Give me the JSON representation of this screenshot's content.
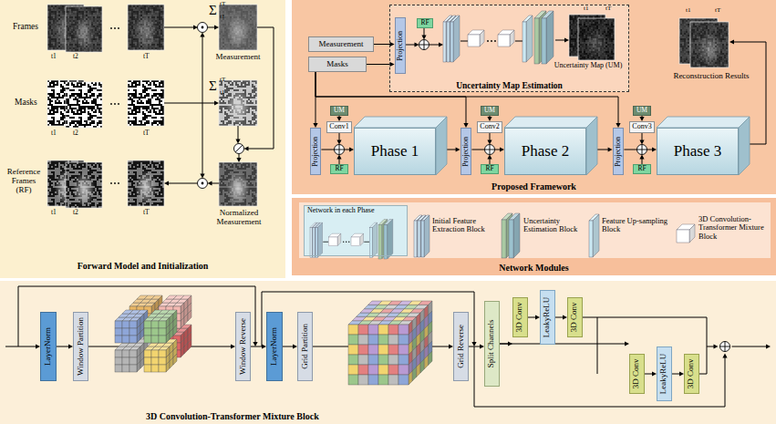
{
  "diagram": {
    "nodes": [
      {
        "text": [
          "Forward Model and Initialization"
        ]
      },
      {
        "text": [
          "Proposed Framework"
        ]
      },
      {
        "text": [
          "Measurement"
        ],
        "in": 1
      },
      {
        "text": [
          "Masks"
        ],
        "in": 1
      },
      {
        "text": [
          "Uncertainty Map Estimation"
        ],
        "in": 1
      },
      {
        "text": [
          "Projection"
        ],
        "in": 4
      },
      {
        "text": [
          "RF"
        ],
        "in": 4
      },
      {
        "text": [
          "Projection"
        ],
        "in": 1
      },
      {
        "text": [
          "UM"
        ],
        "in": 1
      },
      {
        "text": [
          "Conv1"
        ],
        "in": 1
      },
      {
        "text": [
          "RF"
        ],
        "in": 1
      },
      {
        "text": [
          "Phase 1"
        ],
        "in": 1
      },
      {
        "text": [
          "Projection"
        ],
        "in": 1
      },
      {
        "text": [
          "UM"
        ],
        "in": 1
      },
      {
        "text": [
          "Conv2"
        ],
        "in": 1
      },
      {
        "text": [
          "RF"
        ],
        "in": 1
      },
      {
        "text": [
          "Phase 2"
        ],
        "in": 1
      },
      {
        "text": [
          "Projection"
        ],
        "in": 1
      },
      {
        "text": [
          "UM"
        ],
        "in": 1
      },
      {
        "text": [
          "Conv3"
        ],
        "in": 1
      },
      {
        "text": [
          "RF"
        ],
        "in": 1
      },
      {
        "text": [
          "Phase 3"
        ],
        "in": 1
      },
      {
        "text": [
          "Network Modules"
        ]
      },
      {
        "text": [
          "Network in each Phase"
        ],
        "in": 22
      },
      {
        "text": [
          "3D Convolution-Transformer Mixture Block"
        ]
      },
      {
        "text": [
          "LayerNorm"
        ],
        "in": 24
      },
      {
        "text": [
          "Window Partition"
        ],
        "in": 24
      },
      {
        "text": [
          "Window Reverse"
        ],
        "in": 24
      },
      {
        "text": [
          "LayerNorm"
        ],
        "in": 24
      },
      {
        "text": [
          "Grid Partition"
        ],
        "in": 24
      },
      {
        "text": [
          "Grid Reverse"
        ],
        "in": 24
      },
      {
        "text": [
          "Split Channels"
        ],
        "in": 24
      },
      {
        "text": [
          "3D Conv"
        ],
        "in": 24
      },
      {
        "text": [
          "LeakyReLU"
        ],
        "in": 24
      },
      {
        "text": [
          "3D Conv"
        ],
        "in": 24
      },
      {
        "text": [
          "3D Conv"
        ],
        "in": 24
      },
      {
        "text": [
          "LeakyReLU"
        ],
        "in": 24
      },
      {
        "text": [
          "3D Conv"
        ],
        "in": 24
      }
    ],
    "edges": [
      {
        "from": 2,
        "to": 5,
        "arrow": "to"
      },
      {
        "from": 3,
        "to": 5,
        "arrow": "to"
      },
      {
        "from": 3,
        "to": 7,
        "arrow": "to"
      },
      {
        "from": 3,
        "to": 12,
        "arrow": "to"
      },
      {
        "from": 3,
        "to": 17,
        "arrow": "to"
      },
      {
        "from": 8,
        "to": 9,
        "arrow": "to"
      },
      {
        "from": 13,
        "to": 14,
        "arrow": "to"
      },
      {
        "from": 18,
        "to": 19,
        "arrow": "to"
      },
      {
        "from": 7,
        "to": 11,
        "arrow": "to"
      },
      {
        "from": 11,
        "to": 12,
        "arrow": "to"
      },
      {
        "from": 12,
        "to": 16,
        "arrow": "to"
      },
      {
        "from": 16,
        "to": 17,
        "arrow": "to"
      },
      {
        "from": 17,
        "to": 21,
        "arrow": "to"
      },
      {
        "from": 25,
        "to": 26,
        "arrow": "to"
      },
      {
        "from": 26,
        "to": 27,
        "arrow": "to"
      },
      {
        "from": 27,
        "to": 28,
        "arrow": "to"
      },
      {
        "from": 28,
        "to": 29,
        "arrow": "to"
      },
      {
        "from": 29,
        "to": 30,
        "arrow": "to"
      },
      {
        "from": 30,
        "to": 31,
        "arrow": "to"
      },
      {
        "from": 31,
        "to": 32,
        "arrow": "to"
      },
      {
        "from": 32,
        "to": 33,
        "arrow": "to"
      },
      {
        "from": 33,
        "to": 34,
        "arrow": "to"
      },
      {
        "from": 31,
        "to": 35,
        "arrow": "to"
      },
      {
        "from": 35,
        "to": 36,
        "arrow": "to"
      },
      {
        "from": 36,
        "to": 37,
        "arrow": "to"
      }
    ],
    "labels": [
      "Frames",
      "t1",
      "t2",
      "tT",
      "Σ",
      "tT",
      "t1",
      "Measurement",
      "Masks",
      "t1",
      "t2",
      "tT",
      "Σ",
      "tT",
      "t1",
      "Reference Frames (RF)",
      "t1",
      "t2",
      "tT",
      "Normalized Measurement",
      "t1",
      "tT",
      "Uncertainty Map (UM)",
      "t1",
      "tT",
      "Reconstruction Results"
    ],
    "legend": [
      {
        "text": "Initial Feature Extraction Block"
      },
      {
        "text": "Uncertainty Estimation Block"
      },
      {
        "text": "Feature Up-sampling Block"
      },
      {
        "text": "3D Convolution-Transformer Mixture Block"
      }
    ]
  }
}
